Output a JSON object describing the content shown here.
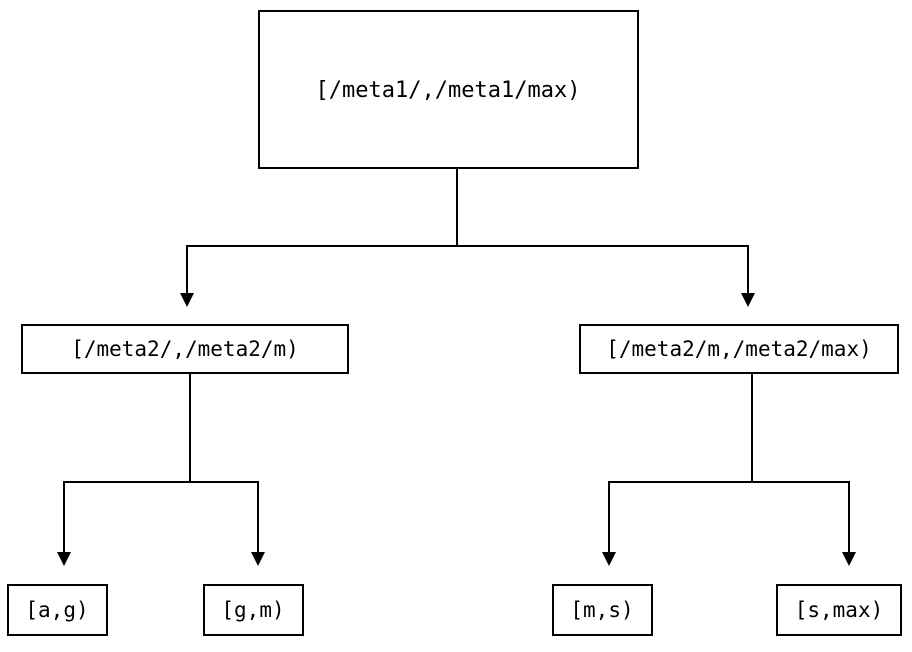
{
  "diagram": {
    "type": "binary-tree",
    "title": "",
    "background_color": "#ffffff",
    "line_color": "#000000",
    "box_fill": "#ffffff",
    "nodes": {
      "root": {
        "label": "[/meta1/,/meta1/max)"
      },
      "mid_left": {
        "label": "[/meta2/,/meta2/m)"
      },
      "mid_right": {
        "label": "[/meta2/m,/meta2/max)"
      },
      "leaf_1": {
        "label": "[a,g)"
      },
      "leaf_2": {
        "label": "[g,m)"
      },
      "leaf_3": {
        "label": "[m,s)"
      },
      "leaf_4": {
        "label": "[s,max)"
      }
    },
    "edges": [
      {
        "from": "root",
        "to": "mid_left"
      },
      {
        "from": "root",
        "to": "mid_right"
      },
      {
        "from": "mid_left",
        "to": "leaf_1"
      },
      {
        "from": "mid_left",
        "to": "leaf_2"
      },
      {
        "from": "mid_right",
        "to": "leaf_3"
      },
      {
        "from": "mid_right",
        "to": "leaf_4"
      }
    ]
  }
}
